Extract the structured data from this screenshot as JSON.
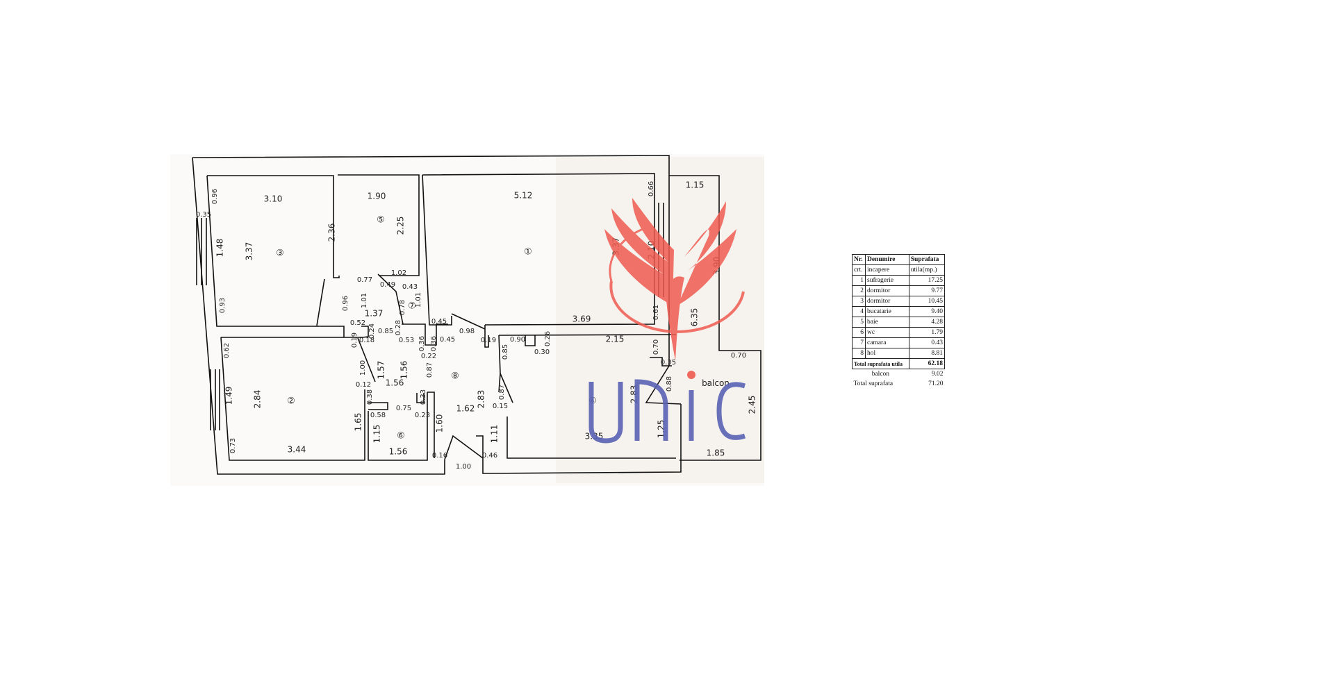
{
  "floor_plan": {
    "room_numbers": [
      "①",
      "②",
      "③",
      "④",
      "⑤",
      "⑥",
      "⑦",
      "⑧"
    ],
    "balcony_label": "balcon",
    "dimensions": [
      "3.10",
      "1.90",
      "5.12",
      "0.96",
      "0.35",
      "1.48",
      "3.37",
      "2.36",
      "2.25",
      "1.02",
      "0.77",
      "0.49",
      "0.43",
      "0.96",
      "1.01",
      "0.78",
      "1.01",
      "0.93",
      "1.37",
      "0.52",
      "0.24",
      "0.85",
      "0.28",
      "0.45",
      "0.98",
      "0.53",
      "0.36",
      "0.36",
      "0.45",
      "0.22",
      "0.19",
      "0.18",
      "0.62",
      "0.19",
      "0.90",
      "0.26",
      "0.30",
      "0.85",
      "1.00",
      "1.57",
      "1.56",
      "0.87",
      "2.83",
      "0.87",
      "0.12",
      "1.56",
      "1.49",
      "2.84",
      "0.38",
      "0.33",
      "0.75",
      "1.62",
      "0.15",
      "0.58",
      "0.23",
      "1.65",
      "1.60",
      "1.11",
      "1.15",
      "0.73",
      "3.44",
      "1.56",
      "0.16",
      "0.46",
      "1.00",
      "0.66",
      "1.15",
      "3.37",
      "2.10",
      "3.90",
      "0.61",
      "3.69",
      "6.35",
      "2.15",
      "0.70",
      "0.70",
      "0.35",
      "0.88",
      "2.83",
      "2.45",
      "1.25",
      "3.35",
      "1.85"
    ]
  },
  "watermark": {
    "logo_text": "UNIC",
    "phoenix_color": "#ef5b50",
    "text_color": "#5a62b4"
  },
  "area_table": {
    "header": {
      "col1_line1": "Nr.",
      "col1_line2": "crt.",
      "col2_line1": "Denumire",
      "col2_line2": "incapere",
      "col3_line1": "Suprafata",
      "col3_line2": "utila(mp.)"
    },
    "rows": [
      {
        "nr": "1",
        "name": "sufragerie",
        "area": "17.25"
      },
      {
        "nr": "2",
        "name": "dormitor",
        "area": "9.77"
      },
      {
        "nr": "3",
        "name": "dormitor",
        "area": "10.45"
      },
      {
        "nr": "4",
        "name": "bucatarie",
        "area": "9.40"
      },
      {
        "nr": "5",
        "name": "baie",
        "area": "4.28"
      },
      {
        "nr": "6",
        "name": "wc",
        "area": "1.79"
      },
      {
        "nr": "7",
        "name": "camara",
        "area": "0.43"
      },
      {
        "nr": "8",
        "name": "hol",
        "area": "8.81"
      }
    ],
    "total_useful_label": "Total suprafata utila",
    "total_useful": "62.18",
    "balcony_label": "balcon",
    "balcony": "9.02",
    "total_label": "Total suprafata",
    "total": "71.20"
  }
}
